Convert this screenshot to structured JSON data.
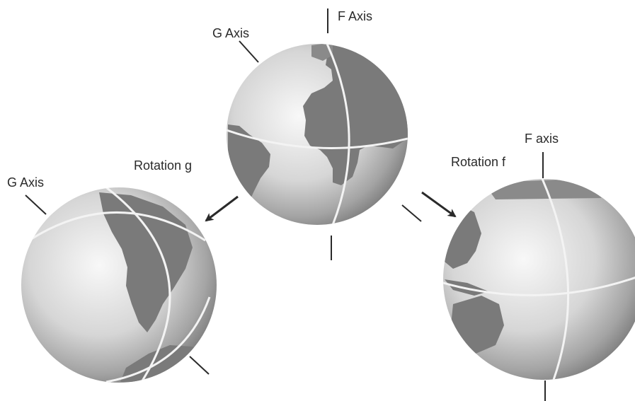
{
  "labels": {
    "top_g_axis": "G Axis",
    "top_f_axis": "F Axis",
    "left_g_axis": "G Axis",
    "rotation_g": "Rotation g",
    "rotation_f": "Rotation f",
    "right_f_axis": "F axis"
  },
  "colors": {
    "globe_light": "#f7f7f7",
    "globe_mid": "#c9c9c9",
    "globe_dark": "#8a8a8a",
    "land": "#777777",
    "grid_line": "#f3f3f3",
    "ink": "#2a2a2a"
  }
}
